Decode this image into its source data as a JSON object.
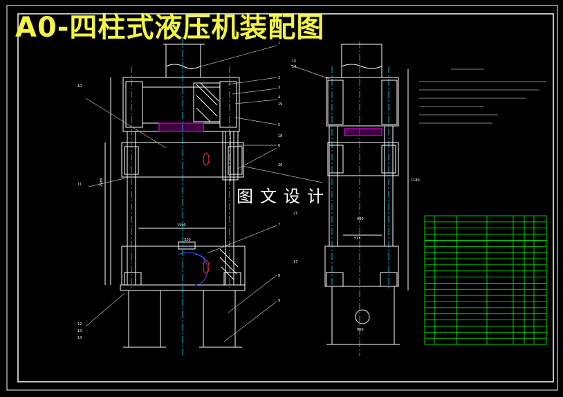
{
  "drawing": {
    "title": "A0-四柱式液压机装配图",
    "watermark": "图文设计",
    "part_callouts": [
      "1",
      "2",
      "3",
      "4",
      "5",
      "6",
      "7",
      "8",
      "9",
      "10",
      "11",
      "12",
      "13",
      "14",
      "15",
      "16",
      "17",
      "18",
      "19",
      "20",
      "21"
    ],
    "dimensions": [
      "1500",
      "1180",
      "940",
      "515",
      "2980",
      "320",
      "960"
    ],
    "colors": {
      "background": "#000000",
      "outline": "#ffffff",
      "centerline": "#00e0ff",
      "parts_list": "#00ff00",
      "hatch_accent": "#ff00ff",
      "section_marker": "#ff3030",
      "title": "#f4f442",
      "leader": "#c0c0c0"
    }
  }
}
